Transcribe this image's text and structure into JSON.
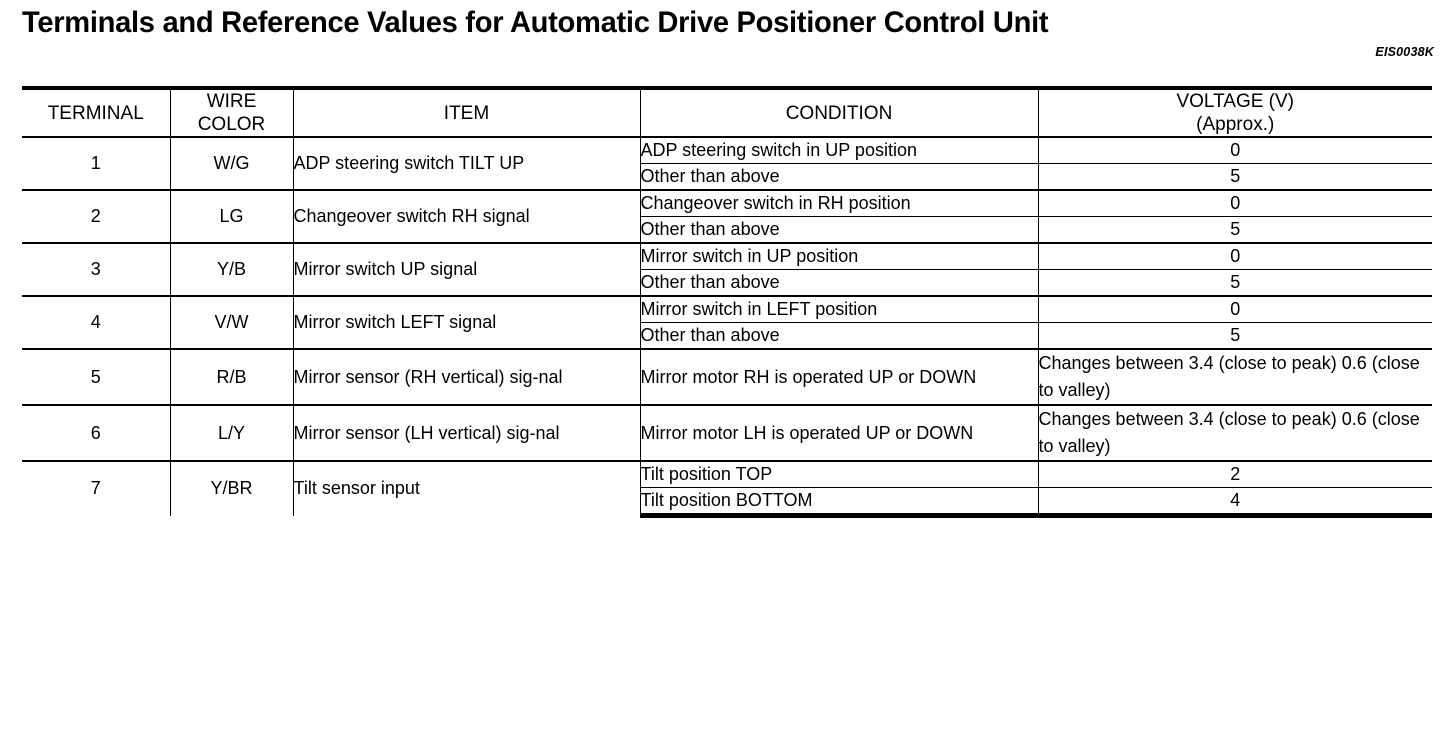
{
  "document": {
    "title": "Terminals and Reference Values for Automatic Drive Positioner Control Unit",
    "reference_code": "EIS0038K"
  },
  "table": {
    "headers": {
      "terminal": "TERMINAL",
      "wire_color_line1": "WIRE",
      "wire_color_line2": "COLOR",
      "item": "ITEM",
      "condition": "CONDITION",
      "voltage_line1": "VOLTAGE (V)",
      "voltage_line2": "(Approx.)"
    },
    "rows": [
      {
        "terminal": "1",
        "wire_color": "W/G",
        "item": "ADP steering switch TILT UP",
        "conditions": [
          {
            "condition": "ADP steering switch in UP position",
            "voltage": "0"
          },
          {
            "condition": "Other than above",
            "voltage": "5"
          }
        ]
      },
      {
        "terminal": "2",
        "wire_color": "LG",
        "item": "Changeover switch RH signal",
        "conditions": [
          {
            "condition": "Changeover switch in RH position",
            "voltage": "0"
          },
          {
            "condition": "Other than above",
            "voltage": "5"
          }
        ]
      },
      {
        "terminal": "3",
        "wire_color": "Y/B",
        "item": "Mirror switch UP signal",
        "conditions": [
          {
            "condition": "Mirror switch in UP position",
            "voltage": "0"
          },
          {
            "condition": "Other than above",
            "voltage": "5"
          }
        ]
      },
      {
        "terminal": "4",
        "wire_color": "V/W",
        "item": "Mirror switch LEFT signal",
        "conditions": [
          {
            "condition": "Mirror switch in LEFT position",
            "voltage": "0"
          },
          {
            "condition": "Other than above",
            "voltage": "5"
          }
        ]
      },
      {
        "terminal": "5",
        "wire_color": "R/B",
        "item": "Mirror sensor (RH vertical) sig-nal",
        "conditions": [
          {
            "condition": "Mirror motor RH is operated UP or DOWN",
            "voltage": "Changes between 3.4 (close to peak) 0.6 (close to valley)"
          }
        ]
      },
      {
        "terminal": "6",
        "wire_color": "L/Y",
        "item": "Mirror sensor (LH vertical) sig-nal",
        "conditions": [
          {
            "condition": "Mirror motor LH is operated UP or DOWN",
            "voltage": "Changes between 3.4 (close to peak) 0.6 (close to valley)"
          }
        ]
      },
      {
        "terminal": "7",
        "wire_color": "Y/BR",
        "item": "Tilt sensor input",
        "conditions": [
          {
            "condition": "Tilt position TOP",
            "voltage": "2"
          },
          {
            "condition": "Tilt position BOTTOM",
            "voltage": "4"
          }
        ]
      }
    ]
  }
}
